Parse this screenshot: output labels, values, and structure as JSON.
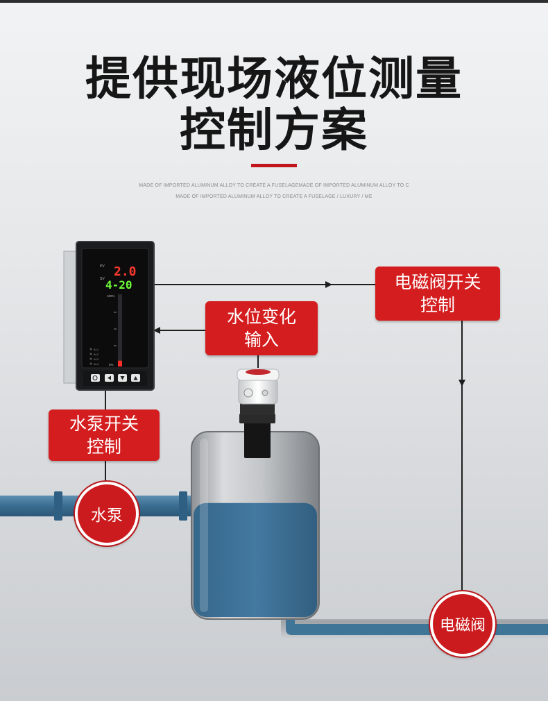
{
  "header": {
    "title_line1": "提供现场液位测量",
    "title_line2": "控制方案",
    "subtitle_line1": "MADE OF IMPORTED ALUMINUM ALLOY TO CREATE A FUSELAGEMADE OF IMPORTED ALUMINUM ALLOY TO C",
    "subtitle_line2": "MADE OF IMPORTED ALUMINUM ALLOY TO CREATE A FUSELAGE / LUXURY / ME"
  },
  "controller": {
    "pv_label": "PV",
    "pv_value": "2.0",
    "sv_label": "SV",
    "sv_value": "4-20",
    "bar_top_label": "100%",
    "bar_bottom_label": "0%",
    "alarm_labels": [
      "AL1",
      "AL2",
      "AL3",
      "AL4"
    ],
    "bar_level_percent": 8
  },
  "labels": {
    "valve_switch_line1": "电磁阀开关",
    "valve_switch_line2": "控制",
    "level_input_line1": "水位变化",
    "level_input_line2": "输入",
    "pump_switch_line1": "水泵开关",
    "pump_switch_line2": "控制",
    "pump": "水泵",
    "valve": "电磁阀"
  },
  "colors": {
    "accent_red": "#d41d1f",
    "water_blue": "#3f7597",
    "line_dark": "#1e1e1e"
  },
  "tank": {
    "water_level_percent": 62
  }
}
